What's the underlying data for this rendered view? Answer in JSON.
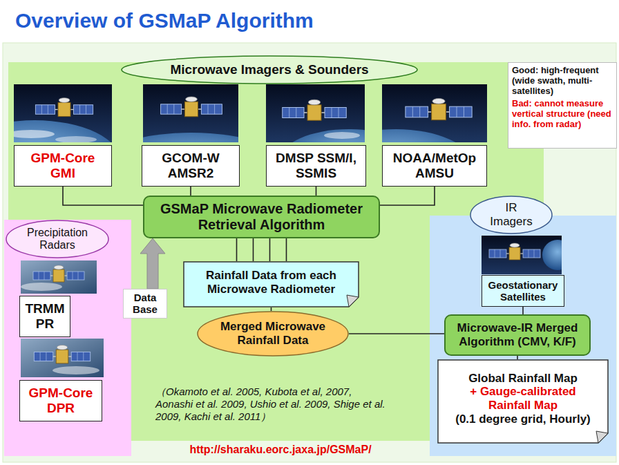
{
  "diagram": {
    "title": "Overview of GSMaP Algorithm",
    "nodes": [
      {
        "text": [
          "Microwave Imagers & Sounders"
        ]
      },
      {
        "text": [
          "GPM-Core GMI"
        ]
      },
      {
        "text": [
          "GCOM-W AMSR2"
        ]
      },
      {
        "text": [
          "DMSP SSM/I, SSMIS"
        ]
      },
      {
        "text": [
          "NOAA/MetOp AMSU"
        ]
      },
      {
        "text": [
          "Good: high-frequent (wide swath, multi-satellites)",
          "Bad: cannot measure vertical structure (need info. from radar)"
        ]
      },
      {
        "text": [
          "GSMaP Microwave Radiometer Retrieval Algorithm"
        ]
      },
      {
        "text": [
          "Rainfall Data from each Microwave Radiometer"
        ]
      },
      {
        "text": [
          "Merged Microwave Rainfall Data"
        ]
      },
      {
        "text": [
          "Precipitation Radars"
        ]
      },
      {
        "text": [
          "TRMM PR"
        ]
      },
      {
        "text": [
          "Data Base"
        ]
      },
      {
        "text": [
          "GPM-Core DPR"
        ]
      },
      {
        "text": [
          "IR Imagers"
        ]
      },
      {
        "text": [
          "Geostationary Satellites"
        ]
      },
      {
        "text": [
          "Microwave-IR Merged Algorithm (CMV, K/F)"
        ]
      },
      {
        "text": [
          "Global Rainfall Map",
          "+ Gauge-calibrated Rainfall Map",
          "(0.1 degree grid, Hourly)"
        ]
      }
    ],
    "edges": [
      {
        "from": 1,
        "to": 6,
        "arrow": "none"
      },
      {
        "from": 2,
        "to": 6,
        "arrow": "none"
      },
      {
        "from": 3,
        "to": 6,
        "arrow": "none"
      },
      {
        "from": 4,
        "to": 6,
        "arrow": "none"
      },
      {
        "from": 6,
        "to": 7,
        "arrow": "none"
      },
      {
        "from": 6,
        "to": 7,
        "arrow": "none"
      },
      {
        "from": 6,
        "to": 7,
        "arrow": "none"
      },
      {
        "from": 6,
        "to": 7,
        "arrow": "none"
      },
      {
        "from": 7,
        "to": 8,
        "arrow": "none"
      },
      {
        "from": 8,
        "to": 15,
        "arrow": "none"
      },
      {
        "from": 11,
        "to": 6,
        "arrow": "to"
      },
      {
        "from": 14,
        "to": 15,
        "arrow": "none"
      },
      {
        "from": 15,
        "to": 16,
        "arrow": "none"
      }
    ],
    "labels": [
      "（Okamoto et al. 2005, Kubota et al, 2007, Aonashi et al. 2009, Ushio et al. 2009, Shige et al. 2009, Kachi et al. 2011）",
      "http://sharaku.eorc.jaxa.jp/GSMaP/"
    ]
  }
}
